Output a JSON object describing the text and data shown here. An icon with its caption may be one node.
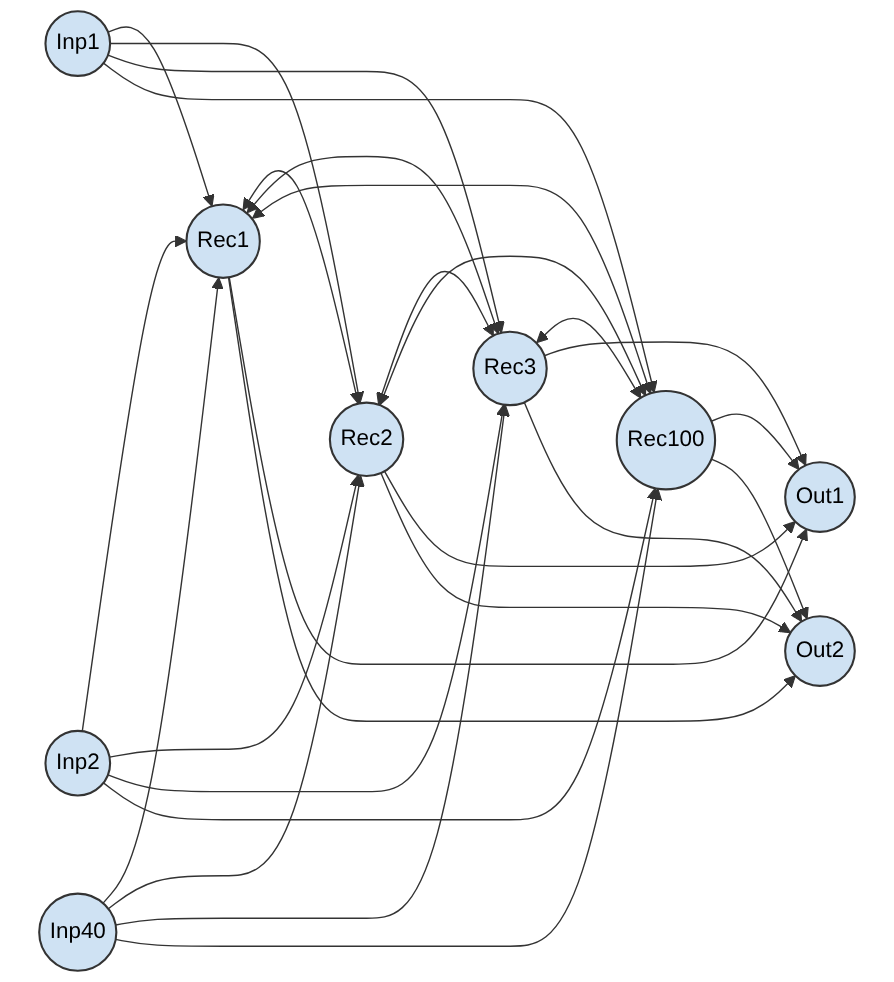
{
  "diagram": {
    "nodes": [
      {
        "text": [
          "Inp1"
        ]
      },
      {
        "text": [
          "Inp2"
        ]
      },
      {
        "text": [
          "Inp40"
        ]
      },
      {
        "text": [
          "Rec1"
        ]
      },
      {
        "text": [
          "Rec2"
        ]
      },
      {
        "text": [
          "Rec3"
        ]
      },
      {
        "text": [
          "Rec100"
        ]
      },
      {
        "text": [
          "Out1"
        ]
      },
      {
        "text": [
          "Out2"
        ]
      }
    ],
    "edges": [
      {
        "from": 0,
        "to": 3,
        "arrow": "to"
      },
      {
        "from": 0,
        "to": 4,
        "arrow": "to"
      },
      {
        "from": 0,
        "to": 5,
        "arrow": "to"
      },
      {
        "from": 0,
        "to": 6,
        "arrow": "to"
      },
      {
        "from": 1,
        "to": 3,
        "arrow": "to"
      },
      {
        "from": 1,
        "to": 4,
        "arrow": "to"
      },
      {
        "from": 1,
        "to": 5,
        "arrow": "to"
      },
      {
        "from": 1,
        "to": 6,
        "arrow": "to"
      },
      {
        "from": 2,
        "to": 3,
        "arrow": "to"
      },
      {
        "from": 2,
        "to": 4,
        "arrow": "to"
      },
      {
        "from": 2,
        "to": 5,
        "arrow": "to"
      },
      {
        "from": 2,
        "to": 6,
        "arrow": "to"
      },
      {
        "from": 3,
        "to": 4,
        "arrow": "both"
      },
      {
        "from": 3,
        "to": 5,
        "arrow": "both"
      },
      {
        "from": 3,
        "to": 6,
        "arrow": "both"
      },
      {
        "from": 4,
        "to": 5,
        "arrow": "both"
      },
      {
        "from": 4,
        "to": 6,
        "arrow": "both"
      },
      {
        "from": 5,
        "to": 6,
        "arrow": "both"
      },
      {
        "from": 3,
        "to": 7,
        "arrow": "to"
      },
      {
        "from": 3,
        "to": 8,
        "arrow": "to"
      },
      {
        "from": 4,
        "to": 7,
        "arrow": "to"
      },
      {
        "from": 4,
        "to": 8,
        "arrow": "to"
      },
      {
        "from": 5,
        "to": 7,
        "arrow": "to"
      },
      {
        "from": 5,
        "to": 8,
        "arrow": "to"
      },
      {
        "from": 6,
        "to": 7,
        "arrow": "to"
      },
      {
        "from": 6,
        "to": 8,
        "arrow": "to"
      }
    ]
  }
}
